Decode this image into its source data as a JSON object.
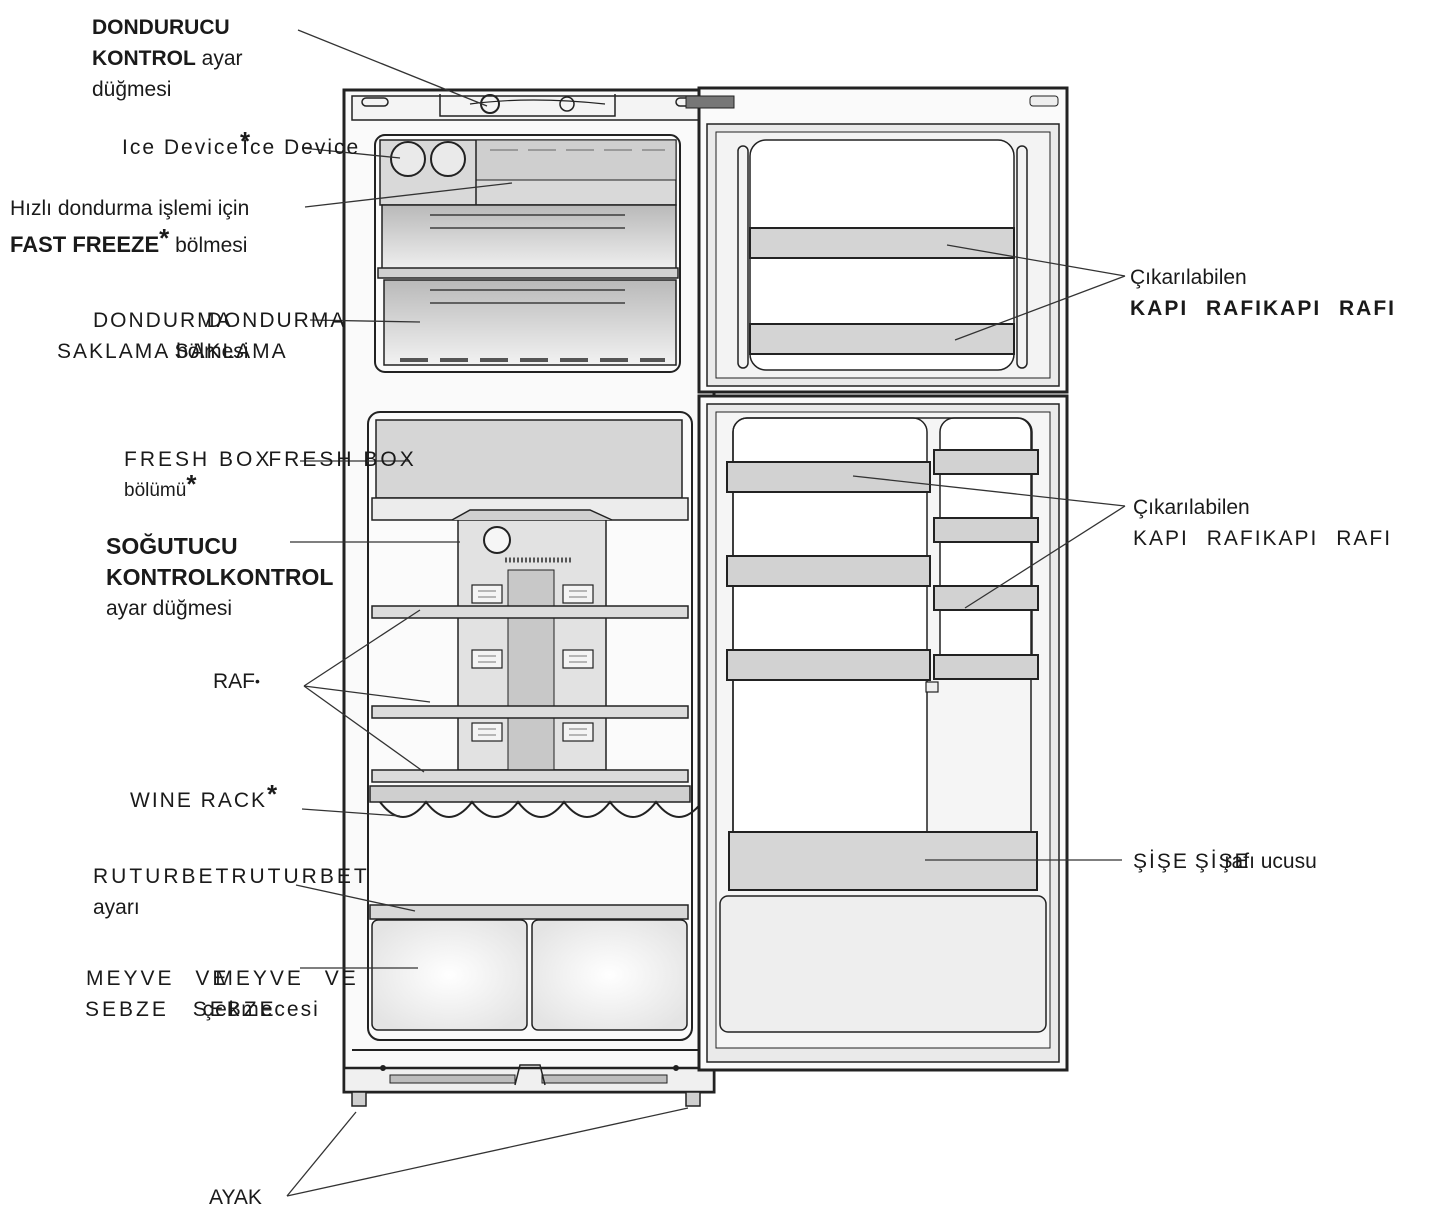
{
  "labels": {
    "freezer_control": {
      "line1": "DONDURUCU",
      "line2_bold": "KONTROL",
      "line2_rest": "ayar",
      "line3": "düğmesi"
    },
    "ice_device": {
      "text": "Ice Device",
      "star": "*",
      "overlap": "Ice Device"
    },
    "fast_freeze": {
      "line1": "Hızlı dondurma işlemi için",
      "bold": "FAST FREEZE",
      "star": "*",
      "rest": "bölmesi"
    },
    "freezer_storage": {
      "line1": "DONDURMA",
      "line1_overlap": "DONDURMA",
      "line2": "SAKLAMA",
      "line2_rest": "bölmesi",
      "line2_overlap": "SAKLAMA"
    },
    "fresh_box": {
      "line1": "FRESH BOX",
      "line1_overlap": "FRESH BOX",
      "line2": "bölümü",
      "star": "*"
    },
    "fridge_control": {
      "line1": "SOĞUTUCU",
      "line2": "KONTROL",
      "line2_overlap": "KONTROL",
      "line3": "ayar düğmesi"
    },
    "shelf": {
      "text": "RAF",
      "mark": "•"
    },
    "wine_rack": {
      "text": "WINE RACK",
      "star": "*"
    },
    "humidity": {
      "line1": "RUTURBET",
      "line1_overlap": "RUTURBET",
      "line2": "ayarı"
    },
    "crisper": {
      "line1": "MEYVE VE",
      "line1_overlap": "MEYVE VE",
      "line2": "SEBZE",
      "line2_overlap": "SEBZE",
      "line2_rest": "çekmecesi"
    },
    "freezer_door_shelf": {
      "line1": "Çıkarılabilen",
      "line2": "KAPI RAFI",
      "line2_overlap": "KAPI RAFI"
    },
    "fridge_door_shelf": {
      "line1": "Çıkarılabilen",
      "line2": "KAPI RAFI",
      "line2_overlap": "KAPI RAFI"
    },
    "bottle": {
      "text": "ŞİŞE",
      "overlap": "ŞİŞE",
      "rest": "rafı ucusu"
    },
    "feet": {
      "text": "AYAK"
    }
  }
}
